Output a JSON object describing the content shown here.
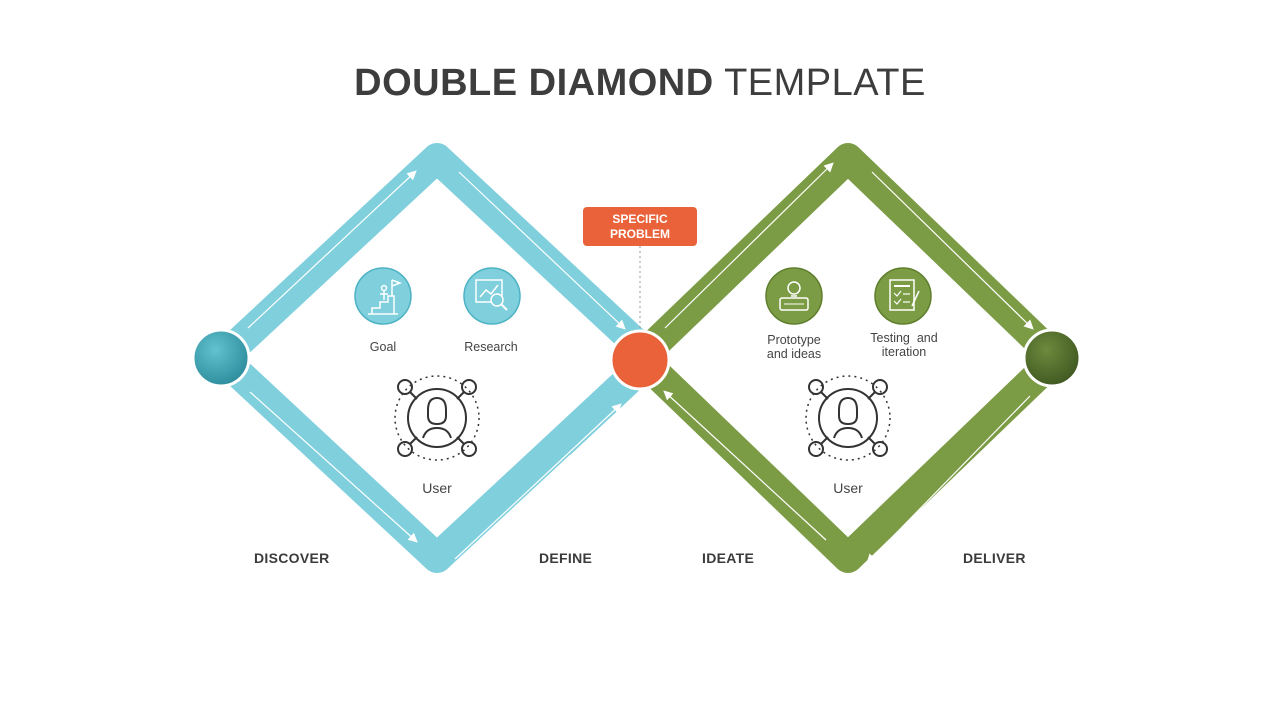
{
  "title": {
    "bold": "DOUBLE DIAMOND",
    "light": "TEMPLATE"
  },
  "problem": {
    "line1": "SPECIFIC",
    "line2": "PROBLEM"
  },
  "left_diamond": {
    "color": "#7fcfdd",
    "icons": [
      {
        "label": "Goal",
        "icon": "goal-icon"
      },
      {
        "label": "Research",
        "icon": "research-icon"
      }
    ],
    "user_label": "User"
  },
  "right_diamond": {
    "color": "#7b9c45",
    "icons": [
      {
        "label_line1": "Prototype",
        "label_line2": "and ideas",
        "icon": "prototype-icon"
      },
      {
        "label_line1": "Testing  and",
        "label_line2": "iteration",
        "icon": "testing-icon"
      }
    ],
    "user_label": "User"
  },
  "phases": [
    "DISCOVER",
    "DEFINE",
    "IDEATE",
    "DELIVER"
  ],
  "colors": {
    "teal_icon": "#6fc8d8",
    "green_icon": "#7b9c45",
    "orange": "#e9623a",
    "teal_node": "#3aa0b0",
    "green_node": "#4f6b2a"
  }
}
